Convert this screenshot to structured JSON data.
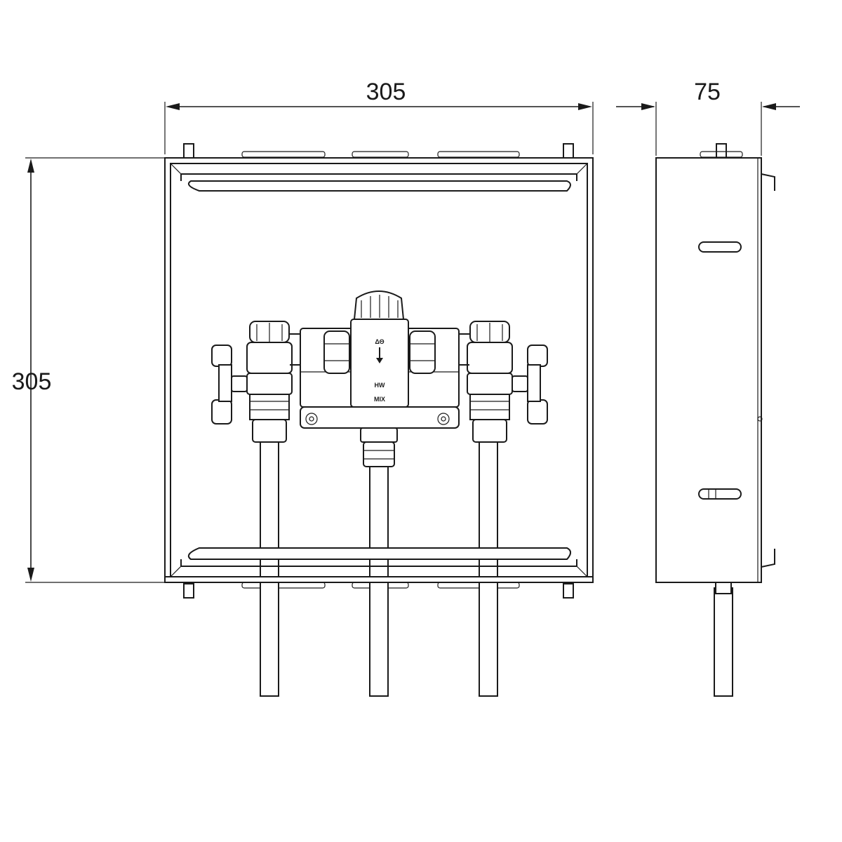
{
  "dimensions": {
    "front_width": "305",
    "front_height": "305",
    "side_depth": "75"
  },
  "valve_labels": {
    "top": "ΔΘ",
    "mid": "HW",
    "bottom": "MIX"
  }
}
